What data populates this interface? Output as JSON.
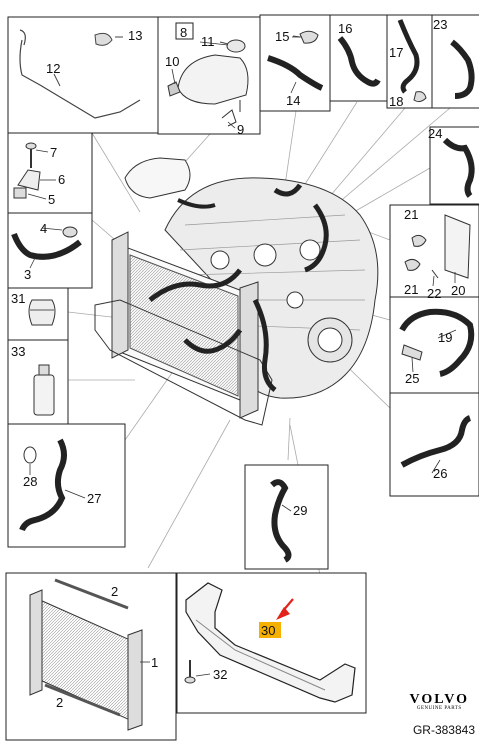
{
  "parts": [
    {
      "key": "p1",
      "label": "1"
    },
    {
      "key": "p2a",
      "label": "2"
    },
    {
      "key": "p2b",
      "label": "2"
    },
    {
      "key": "p3",
      "label": "3"
    },
    {
      "key": "p4",
      "label": "4"
    },
    {
      "key": "p5",
      "label": "5"
    },
    {
      "key": "p6",
      "label": "6"
    },
    {
      "key": "p7",
      "label": "7"
    },
    {
      "key": "p8",
      "label": "8"
    },
    {
      "key": "p9",
      "label": "9"
    },
    {
      "key": "p10",
      "label": "10"
    },
    {
      "key": "p11",
      "label": "11"
    },
    {
      "key": "p12",
      "label": "12"
    },
    {
      "key": "p13",
      "label": "13"
    },
    {
      "key": "p14",
      "label": "14"
    },
    {
      "key": "p15",
      "label": "15"
    },
    {
      "key": "p16",
      "label": "16"
    },
    {
      "key": "p17",
      "label": "17"
    },
    {
      "key": "p18",
      "label": "18"
    },
    {
      "key": "p19",
      "label": "19"
    },
    {
      "key": "p20",
      "label": "20"
    },
    {
      "key": "p21a",
      "label": "21"
    },
    {
      "key": "p21b",
      "label": "21"
    },
    {
      "key": "p22",
      "label": "22"
    },
    {
      "key": "p23",
      "label": "23"
    },
    {
      "key": "p24",
      "label": "24"
    },
    {
      "key": "p25",
      "label": "25"
    },
    {
      "key": "p26",
      "label": "26"
    },
    {
      "key": "p27",
      "label": "27"
    },
    {
      "key": "p28",
      "label": "28"
    },
    {
      "key": "p29",
      "label": "29"
    },
    {
      "key": "p30",
      "label": "30"
    },
    {
      "key": "p31",
      "label": "31"
    },
    {
      "key": "p32",
      "label": "32"
    },
    {
      "key": "p33",
      "label": "33"
    }
  ],
  "highlighted_part": "30",
  "highlight_color": "#f6b100",
  "arrow_color": "#e2231a",
  "brand": {
    "name": "VOLVO",
    "sub": "GENUINE PARTS"
  },
  "reference": "GR-383843"
}
